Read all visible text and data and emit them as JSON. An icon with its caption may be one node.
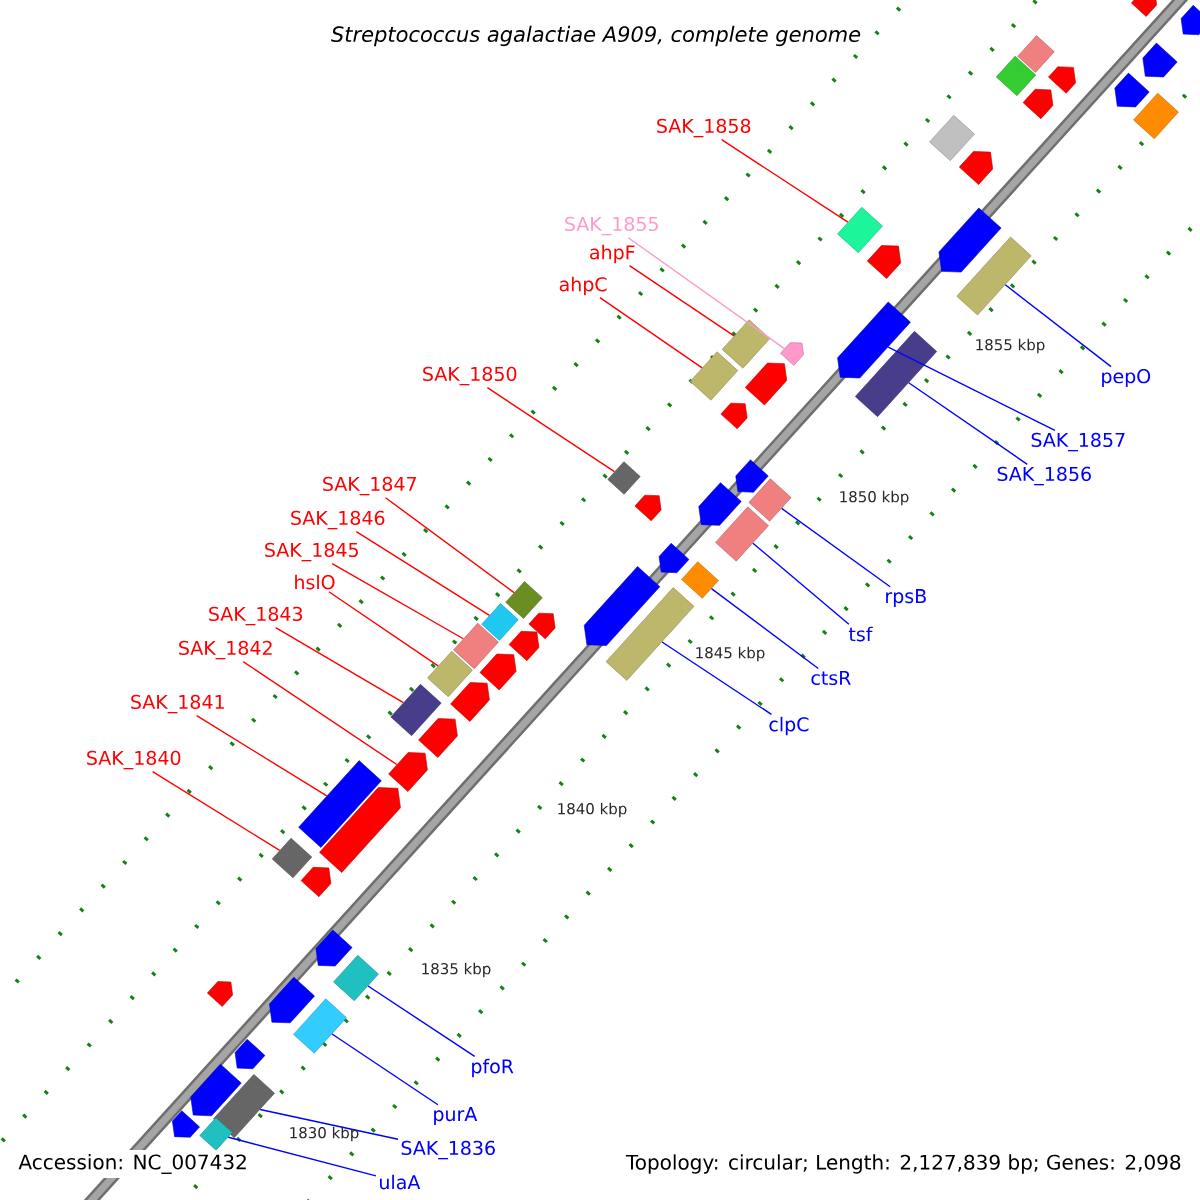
{
  "diagram": {
    "title": "Streptococcus agalactiae A909, complete genome",
    "nodes": [
      {
        "text": [
          "SAK_1858"
        ]
      },
      {
        "text": [],
        "shape": "bar"
      },
      {
        "text": [
          "SAK_1855"
        ]
      },
      {
        "text": [],
        "shape": "pentagon"
      },
      {
        "text": [
          "ahpF"
        ]
      },
      {
        "text": [],
        "shape": "bar"
      },
      {
        "text": [
          "ahpC"
        ]
      },
      {
        "text": [],
        "shape": "bar"
      },
      {
        "text": [
          "pepO"
        ]
      },
      {
        "text": [],
        "shape": "bar"
      },
      {
        "text": [
          "SAK_1850"
        ]
      },
      {
        "text": [],
        "shape": "bar"
      },
      {
        "text": [
          "SAK_1857"
        ]
      },
      {
        "text": [],
        "shape": "pentagon"
      },
      {
        "text": [
          "SAK_1856"
        ]
      },
      {
        "text": [],
        "shape": "bar"
      },
      {
        "text": [
          "SAK_1847"
        ]
      },
      {
        "text": [],
        "shape": "bar"
      },
      {
        "text": [
          "SAK_1846"
        ]
      },
      {
        "text": [],
        "shape": "bar"
      },
      {
        "text": [
          "SAK_1845"
        ]
      },
      {
        "text": [],
        "shape": "bar"
      },
      {
        "text": [
          "hslO"
        ]
      },
      {
        "text": [],
        "shape": "bar"
      },
      {
        "text": [
          "rpsB"
        ]
      },
      {
        "text": [],
        "shape": "bar"
      },
      {
        "text": [
          "SAK_1843"
        ]
      },
      {
        "text": [],
        "shape": "bar"
      },
      {
        "text": [
          "tsf"
        ]
      },
      {
        "text": [],
        "shape": "bar"
      },
      {
        "text": [
          "SAK_1842"
        ]
      },
      {
        "text": [],
        "shape": "pentagon"
      },
      {
        "text": [
          "ctsR"
        ]
      },
      {
        "text": [],
        "shape": "bar"
      },
      {
        "text": [
          "SAK_1841"
        ]
      },
      {
        "text": [],
        "shape": "bar"
      },
      {
        "text": [
          "clpC"
        ]
      },
      {
        "text": [],
        "shape": "bar"
      },
      {
        "text": [
          "SAK_1840"
        ]
      },
      {
        "text": [],
        "shape": "bar"
      },
      {
        "text": [
          "pfoR"
        ]
      },
      {
        "text": [],
        "shape": "bar"
      },
      {
        "text": [
          "purA"
        ]
      },
      {
        "text": [],
        "shape": "bar"
      },
      {
        "text": [
          "SAK_1836"
        ]
      },
      {
        "text": [],
        "shape": "bar"
      },
      {
        "text": [
          "ulaA"
        ]
      },
      {
        "text": [],
        "shape": "bar"
      },
      {
        "text": [],
        "shape": "pentagon"
      },
      {
        "text": [],
        "shape": "pentagon"
      },
      {
        "text": [],
        "shape": "bar"
      },
      {
        "text": [],
        "shape": "bar"
      },
      {
        "text": [],
        "shape": "bar"
      },
      {
        "text": [],
        "shape": "pentagon"
      },
      {
        "text": [],
        "shape": "pentagon"
      },
      {
        "text": [],
        "shape": "pentagon"
      },
      {
        "text": [],
        "shape": "pentagon"
      },
      {
        "text": [],
        "shape": "pentagon"
      },
      {
        "text": [],
        "shape": "bar"
      },
      {
        "text": [],
        "shape": "pentagon"
      },
      {
        "text": [],
        "shape": "pentagon"
      },
      {
        "text": [],
        "shape": "pentagon"
      },
      {
        "text": [],
        "shape": "pentagon"
      },
      {
        "text": [],
        "shape": "pentagon"
      },
      {
        "text": [],
        "shape": "pentagon"
      },
      {
        "text": [],
        "shape": "pentagon"
      },
      {
        "text": [],
        "shape": "pentagon"
      },
      {
        "text": [],
        "shape": "pentagon"
      },
      {
        "text": [],
        "shape": "pentagon"
      },
      {
        "text": [],
        "shape": "pentagon"
      },
      {
        "text": [],
        "shape": "pentagon"
      },
      {
        "text": [],
        "shape": "pentagon"
      },
      {
        "text": [],
        "shape": "pentagon"
      },
      {
        "text": [],
        "shape": "pentagon"
      },
      {
        "text": [],
        "shape": "pentagon"
      },
      {
        "text": [],
        "shape": "pentagon"
      },
      {
        "text": [],
        "shape": "pentagon"
      },
      {
        "text": [],
        "shape": "pentagon"
      },
      {
        "text": [],
        "shape": "pentagon"
      },
      {
        "text": [],
        "shape": "pentagon"
      },
      {
        "text": [],
        "shape": "pentagon"
      }
    ],
    "edges": [
      {
        "from": 0,
        "to": 1,
        "arrow": "none"
      },
      {
        "from": 2,
        "to": 3,
        "arrow": "none",
        "color": "#ff99cc"
      },
      {
        "from": 4,
        "to": 5,
        "arrow": "none"
      },
      {
        "from": 6,
        "to": 7,
        "arrow": "none"
      },
      {
        "from": 8,
        "to": 9,
        "arrow": "none",
        "color": "#0000ff"
      },
      {
        "from": 10,
        "to": 11,
        "arrow": "none"
      },
      {
        "from": 12,
        "to": 13,
        "arrow": "none",
        "color": "#0000ff"
      },
      {
        "from": 14,
        "to": 15,
        "arrow": "none",
        "color": "#0000ff"
      },
      {
        "from": 16,
        "to": 17,
        "arrow": "none"
      },
      {
        "from": 18,
        "to": 19,
        "arrow": "none"
      },
      {
        "from": 20,
        "to": 21,
        "arrow": "none"
      },
      {
        "from": 22,
        "to": 23,
        "arrow": "none"
      },
      {
        "from": 24,
        "to": 25,
        "arrow": "none",
        "color": "#0000ff"
      },
      {
        "from": 26,
        "to": 27,
        "arrow": "none"
      },
      {
        "from": 28,
        "to": 29,
        "arrow": "none",
        "color": "#0000ff"
      },
      {
        "from": 30,
        "to": 31,
        "arrow": "none"
      },
      {
        "from": 32,
        "to": 33,
        "arrow": "none",
        "color": "#0000ff"
      },
      {
        "from": 34,
        "to": 35,
        "arrow": "none"
      },
      {
        "from": 36,
        "to": 37,
        "arrow": "none",
        "color": "#0000ff"
      },
      {
        "from": 38,
        "to": 39,
        "arrow": "none"
      },
      {
        "from": 40,
        "to": 41,
        "arrow": "none",
        "color": "#0000ff"
      },
      {
        "from": 42,
        "to": 43,
        "arrow": "none",
        "color": "#0000ff"
      },
      {
        "from": 44,
        "to": 45,
        "arrow": "none",
        "color": "#0000ff"
      },
      {
        "from": 46,
        "to": 47,
        "arrow": "none",
        "color": "#0000ff"
      }
    ],
    "labels": [
      "1855 kbp",
      "1850 kbp",
      "1845 kbp",
      "1840 kbp",
      "1835 kbp",
      "1830 kbp",
      "Accession: NC_007432",
      "Topology: circular; Length: 2,127,839 bp; Genes: 2,098"
    ]
  }
}
